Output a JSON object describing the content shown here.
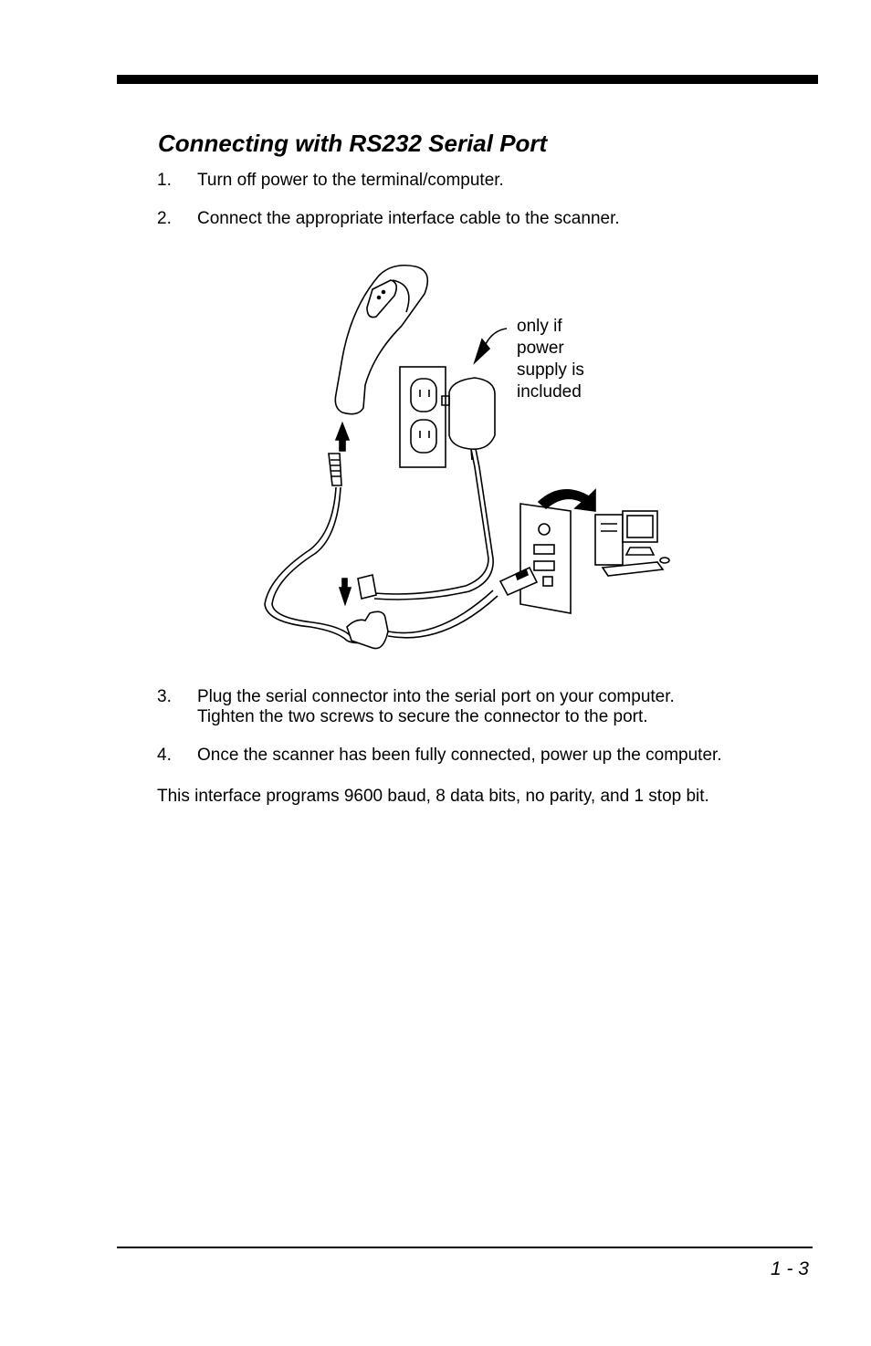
{
  "heading": "Connecting with RS232 Serial Port",
  "steps": [
    {
      "num": "1.",
      "lines": [
        "Turn off power to the terminal/computer."
      ]
    },
    {
      "num": "2.",
      "lines": [
        "Connect the appropriate interface cable to the scanner."
      ]
    },
    {
      "num": "3.",
      "lines": [
        "Plug the serial connector into the serial port on your computer.",
        "Tighten the two screws to secure the connector to the port."
      ]
    },
    {
      "num": "4.",
      "lines": [
        "Once the scanner has been fully connected, power up the computer."
      ]
    }
  ],
  "figure_callout": [
    "only if",
    "power",
    "supply is",
    "included"
  ],
  "note": "This interface programs 9600 baud, 8 data bits, no parity, and 1 stop bit.",
  "page_number": "1 - 3"
}
